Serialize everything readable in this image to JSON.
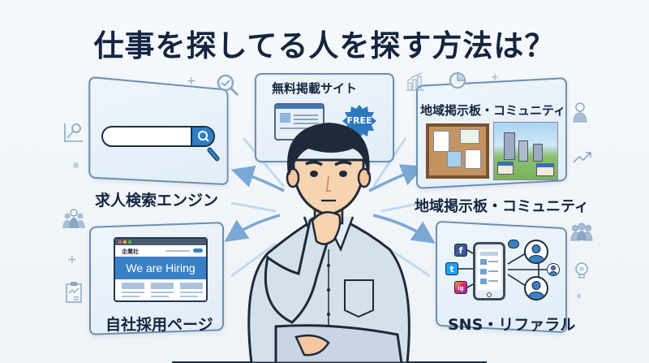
{
  "title": "仕事を探してる人を探す方法は？",
  "cards": {
    "search_engine": {
      "label": "求人検索エンジン",
      "icons": [
        "search-bar",
        "magnifier-icon"
      ]
    },
    "free_listing": {
      "label": "無料掲載サイト",
      "badge": "FREE",
      "icons": [
        "monitor-icon",
        "free-badge"
      ]
    },
    "community": {
      "inner_label": "地域掲示板・コミュニティ",
      "label": "地域掲示板・コミュニティ",
      "icons": [
        "corkboard-icon",
        "town-illustration"
      ]
    },
    "company_page": {
      "label": "自社採用ページ",
      "browser_company": "企業社",
      "browser_hero": "We are Hiring",
      "icons": [
        "browser-window"
      ]
    },
    "sns": {
      "label": "SNS・リファラル",
      "social_icons": [
        "f",
        "t",
        "ig"
      ],
      "icons": [
        "smartphone-icon",
        "facebook-icon",
        "twitter-icon",
        "instagram-icon",
        "chat-bubble-icon",
        "user-network-icon"
      ]
    }
  },
  "center": {
    "figure": "thinking-businessman",
    "description": "Man in light blue shirt with hand on chin"
  },
  "colors": {
    "title": "#13253f",
    "accent_blue": "#2e7dc4",
    "card_border": "#6a8fb3",
    "card_bg": "#e6eff8",
    "arrow": "#7aa8d4",
    "background": "#f3f7fb"
  },
  "decorations": [
    "magnifier-check-icon",
    "gear-chart-icon",
    "bar-chart-icon",
    "pie-chart-icon",
    "user-icon",
    "trend-arrow-icon",
    "group-icon",
    "clipboard-chart-icon",
    "team-icon",
    "idea-head-icon"
  ]
}
